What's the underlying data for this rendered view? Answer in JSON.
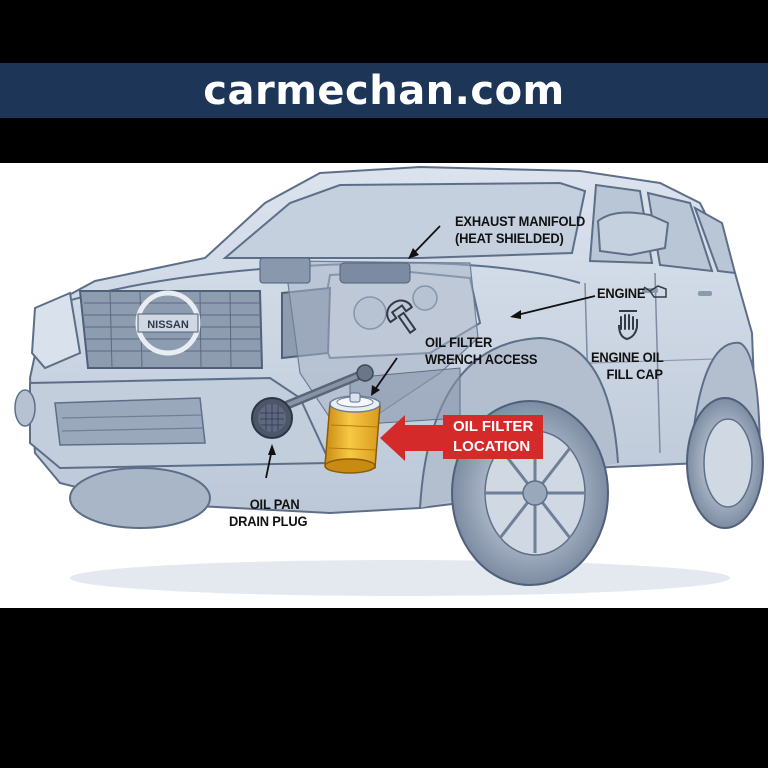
{
  "banner": {
    "site": "carmechan.com"
  },
  "vehicle": {
    "badge": "NISSAN"
  },
  "labels": {
    "exhaust_manifold": [
      "EXHAUST MANIFOLD",
      "(HEAT SHIELDED)"
    ],
    "engine": "ENGINE",
    "oil_filter_wrench": [
      "OIL FILTER",
      "WRENCH ACCESS"
    ],
    "engine_oil_fill_cap": [
      "ENGINE OIL",
      "FILL CAP"
    ],
    "oil_filter_location": [
      "OIL FILTER",
      "LOCATION"
    ],
    "oil_pan_drain_plug": [
      "OIL PAN",
      "DRAIN PLUG"
    ]
  },
  "colors": {
    "banner_bg": "#1d3557",
    "callout_bg": "#d42a2a",
    "car_body": "#cdd7e4",
    "car_outline": "#5d6f88",
    "filter_body": "#f0b830"
  },
  "icons": [
    "wrench-icon",
    "oil-can-icon",
    "hand-cap-icon",
    "oil-filter-icon",
    "socket-wrench-icon"
  ]
}
